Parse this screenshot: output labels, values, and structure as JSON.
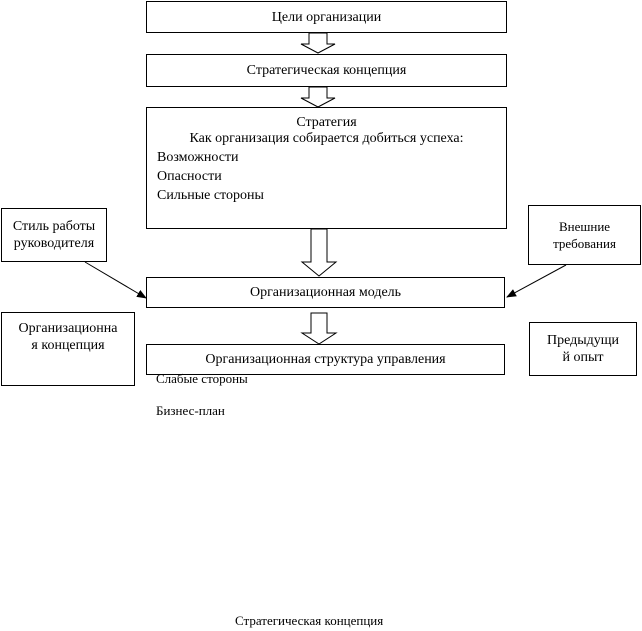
{
  "nodes": {
    "goals": "Цели организации",
    "concept": "Стратегическая концепция",
    "strategy": {
      "title": "Стратегия",
      "subtitle": "Как организация собирается добиться успеха:",
      "items": [
        "Возможности",
        "Опасности",
        "Сильные стороны"
      ]
    },
    "leader_style": [
      "Стиль работы",
      "руководителя"
    ],
    "external": [
      "Внешние",
      "требования"
    ],
    "org_model": "Организационная модель",
    "org_concept": [
      "Организационна",
      "я концепция"
    ],
    "prev_experience": [
      "Предыдущи",
      "й опыт"
    ],
    "org_structure": "Организационная структура управления"
  },
  "overflow": {
    "weaknesses": "Слабые стороны",
    "business_plan": "Бизнес-план"
  },
  "caption": "Стратегическая концепция"
}
